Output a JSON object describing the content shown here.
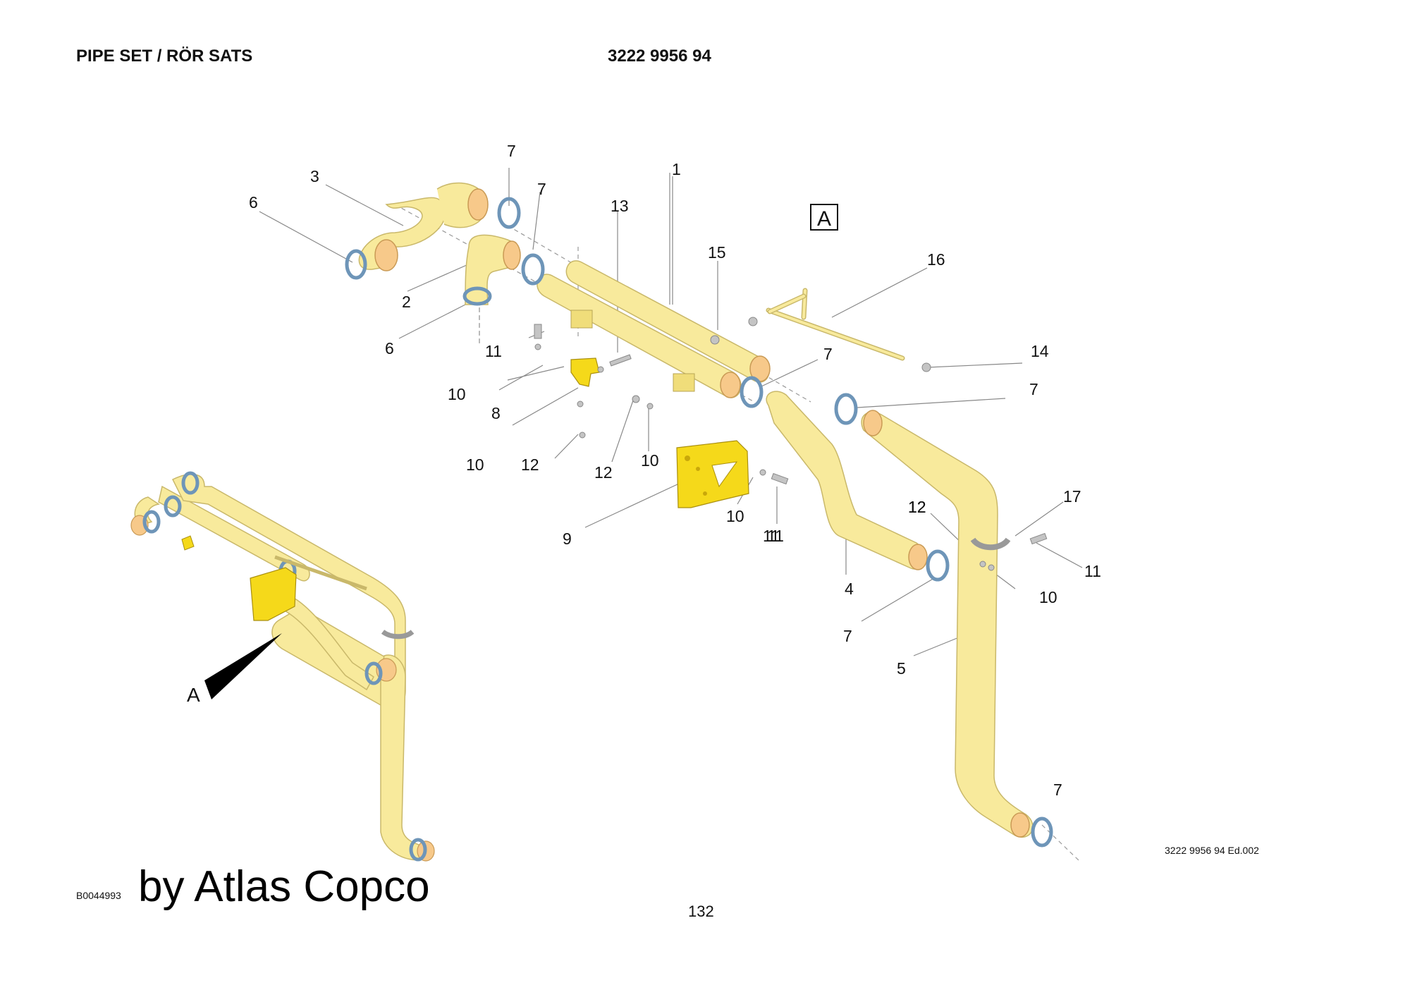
{
  "header": {
    "title": "PIPE SET / RÖR SATS",
    "part_number": "3222 9956 94"
  },
  "view_marker": "A",
  "view_label": "A",
  "callouts": [
    "1",
    "2",
    "3",
    "4",
    "5",
    "6",
    "6",
    "7",
    "7",
    "7",
    "7",
    "7",
    "7",
    "8",
    "9",
    "10",
    "10",
    "10",
    "10",
    "10",
    "11",
    "11",
    "11",
    "11",
    "12",
    "12",
    "12",
    "12",
    "13",
    "14",
    "15",
    "16",
    "17"
  ],
  "footer": {
    "edition": "3222 9956 94 Ed.002",
    "image_code": "B0044993",
    "brand": "by Atlas Copco",
    "page": "132"
  },
  "colors": {
    "pipe": "#f8ea9c",
    "pipe_end": "#f7c98a",
    "clamp": "#8fb4d4",
    "bracket": "#f5d91a",
    "bolt": "#b8b8b8"
  }
}
